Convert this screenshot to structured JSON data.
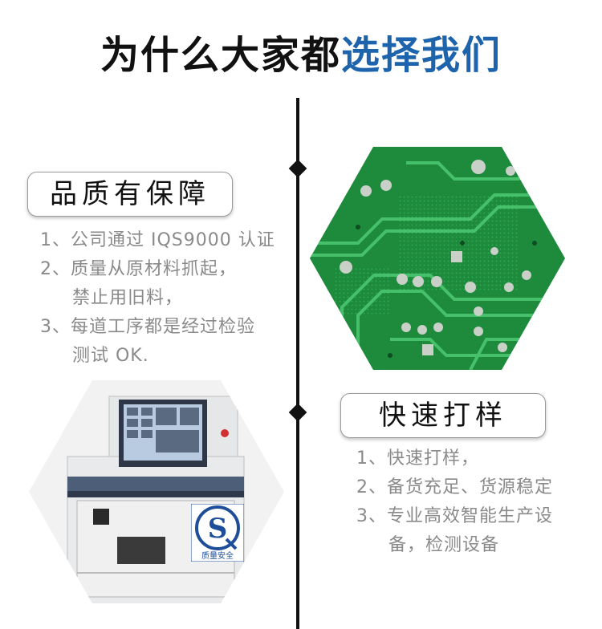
{
  "header": {
    "title_black": "为什么大家都",
    "title_blue": "选择我们"
  },
  "section1": {
    "label": "品质有保障",
    "items": [
      {
        "lines": [
          "1、公司通过 IQS9000 认证"
        ]
      },
      {
        "lines": [
          "2、质量从原材料抓起，",
          "禁止用旧料，"
        ]
      },
      {
        "lines": [
          "3、每道工序都是经过检验",
          "测试 OK."
        ]
      }
    ]
  },
  "section2": {
    "label": "快速打样",
    "items": [
      {
        "lines": [
          "1、快速打样，"
        ]
      },
      {
        "lines": [
          "2、备货充足、货源稳定"
        ]
      },
      {
        "lines": [
          "3、专业高效智能生产设",
          "备，检测设备"
        ]
      }
    ]
  },
  "images": {
    "pcb": "pcb-board-photo",
    "machine": "inspection-machine-photo",
    "badge_text": "质量安全"
  },
  "colors": {
    "title_blue": "#1e64ad",
    "text_gray": "#8a8a8a",
    "pcb_green": "#1f8f3e"
  }
}
